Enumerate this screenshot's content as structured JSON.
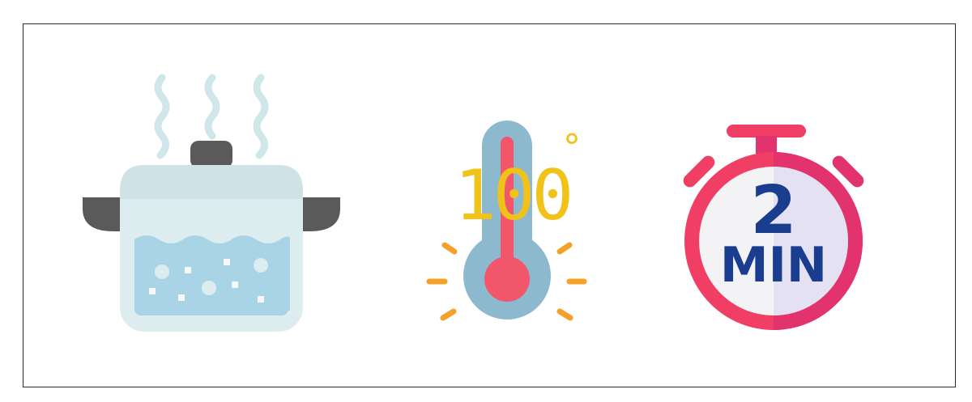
{
  "icons": {
    "pot": "boiling-pot-icon",
    "thermometer": "thermometer-icon",
    "timer": "stopwatch-icon"
  },
  "temperature": {
    "value": "100",
    "unit_symbol": "°"
  },
  "timer": {
    "number": "2",
    "unit": "MIN"
  },
  "colors": {
    "frame_border": "#2b2b2b",
    "pot_body": "#dcecef",
    "pot_lid": "#cfe3e7",
    "pot_water": "#a9d4e6",
    "pot_handles": "#5a5a5a",
    "steam": "#cfe7ea",
    "thermometer_body": "#8db9cf",
    "thermometer_mercury": "#f2566b",
    "temperature_text": "#f1c21a",
    "heat_rays": "#f4a12a",
    "timer_ring": "#f03e64",
    "timer_text": "#1b3d8f"
  }
}
